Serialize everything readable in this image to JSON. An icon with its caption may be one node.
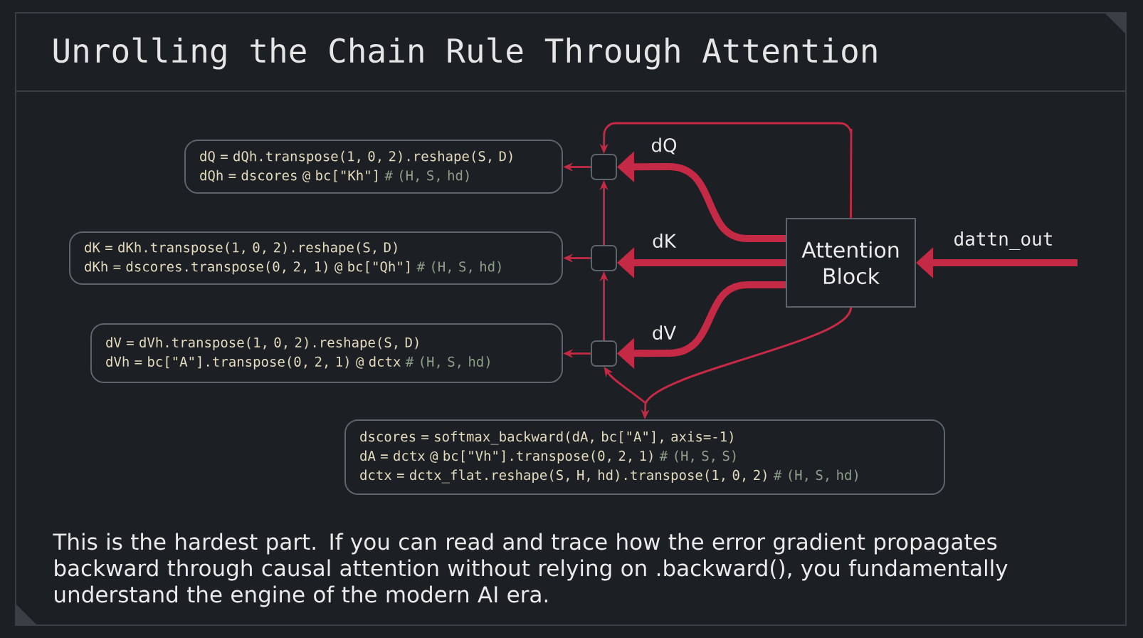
{
  "diagram": {
    "title": "Unrolling the Chain Rule Through Attention",
    "caption": "This is the hardest part. If you can read and trace how the error gradient propagates backward through causal attention without relying on .backward(), you fundamentally understand the engine of the modern AI era.",
    "nodes": [
      {
        "text": [
          "dQ = dQh.transpose(1, 0, 2).reshape(S, D)",
          "dQh = dscores @ bc[\"Kh\"]",
          "# (H, S, hd)"
        ]
      },
      {
        "text": [
          "dK = dKh.transpose(1, 0, 2).reshape(S, D)",
          "dKh = dscores.transpose(0, 2, 1) @ bc[\"Qh\"]",
          "# (H, S, hd)"
        ]
      },
      {
        "text": [
          "dV = dVh.transpose(1, 0, 2).reshape(S, D)",
          "dVh = bc[\"A\"].transpose(0, 2, 1) @ dctx",
          "# (H, S, hd)"
        ]
      },
      {
        "text": [],
        "shape": "box"
      },
      {
        "text": [],
        "shape": "box"
      },
      {
        "text": [],
        "shape": "box"
      },
      {
        "text": [
          "Attention Block"
        ]
      },
      {
        "text": [
          "dscores = softmax_backward(dA, bc[\"A\"], axis=-1)",
          "dA = dctx @ bc[\"Vh\"].transpose(0, 2, 1)",
          "# (H, S, S)",
          "dctx = dctx_flat.reshape(S, H, hd).transpose(1, 0, 2)",
          "# (H, S, hd)"
        ]
      }
    ],
    "edges": [
      {
        "from": null,
        "to": 6,
        "arrow": "to",
        "label": "dattn_out",
        "style": "thick"
      },
      {
        "from": 6,
        "to": 3,
        "arrow": "to",
        "label": "dQ",
        "style": "thick"
      },
      {
        "from": 6,
        "to": 4,
        "arrow": "to",
        "label": "dK",
        "style": "thick"
      },
      {
        "from": 6,
        "to": 5,
        "arrow": "to",
        "label": "dV",
        "style": "thick"
      },
      {
        "from": 3,
        "to": 0,
        "arrow": "to"
      },
      {
        "from": 4,
        "to": 1,
        "arrow": "to"
      },
      {
        "from": 5,
        "to": 2,
        "arrow": "to"
      },
      {
        "from": 4,
        "to": 3,
        "arrow": "to"
      },
      {
        "from": 5,
        "to": 4,
        "arrow": "to"
      },
      {
        "from": 6,
        "to": 3,
        "arrow": "to"
      },
      {
        "from": 6,
        "to": 7,
        "arrow": "to"
      },
      {
        "from": 6,
        "to": 5,
        "arrow": "to"
      }
    ]
  }
}
